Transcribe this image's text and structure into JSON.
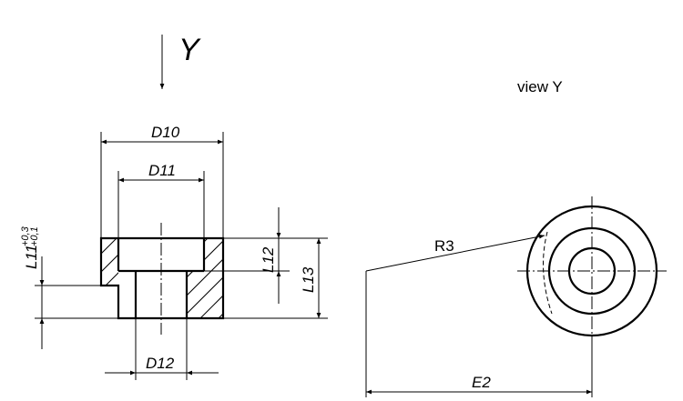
{
  "view_marker": {
    "letter": "Y"
  },
  "view_caption": "view Y",
  "dimensions": {
    "d10": "D10",
    "d11": "D11",
    "d12": "D12",
    "l11": "L11",
    "l11_tol_upper": "+0,3",
    "l11_tol_lower": "+0,1",
    "l12": "L12",
    "l13": "L13",
    "r3": "R3",
    "e2": "E2"
  }
}
